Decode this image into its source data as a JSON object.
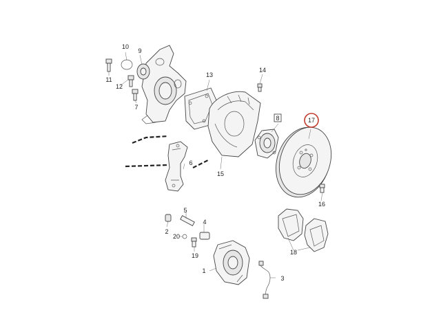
{
  "diagram": {
    "callouts": {
      "c1": "1",
      "c2": "2",
      "c3": "3",
      "c4": "4",
      "c5": "5",
      "c6": "6",
      "c7": "7",
      "c8": "8",
      "c9": "9",
      "c10": "10",
      "c11": "11",
      "c12": "12",
      "c13": "13",
      "c14": "14",
      "c15": "15",
      "c16": "16",
      "c17": "17",
      "c18": "18",
      "c19": "19",
      "c20": "20"
    },
    "highlight_color": "#c0392b"
  }
}
